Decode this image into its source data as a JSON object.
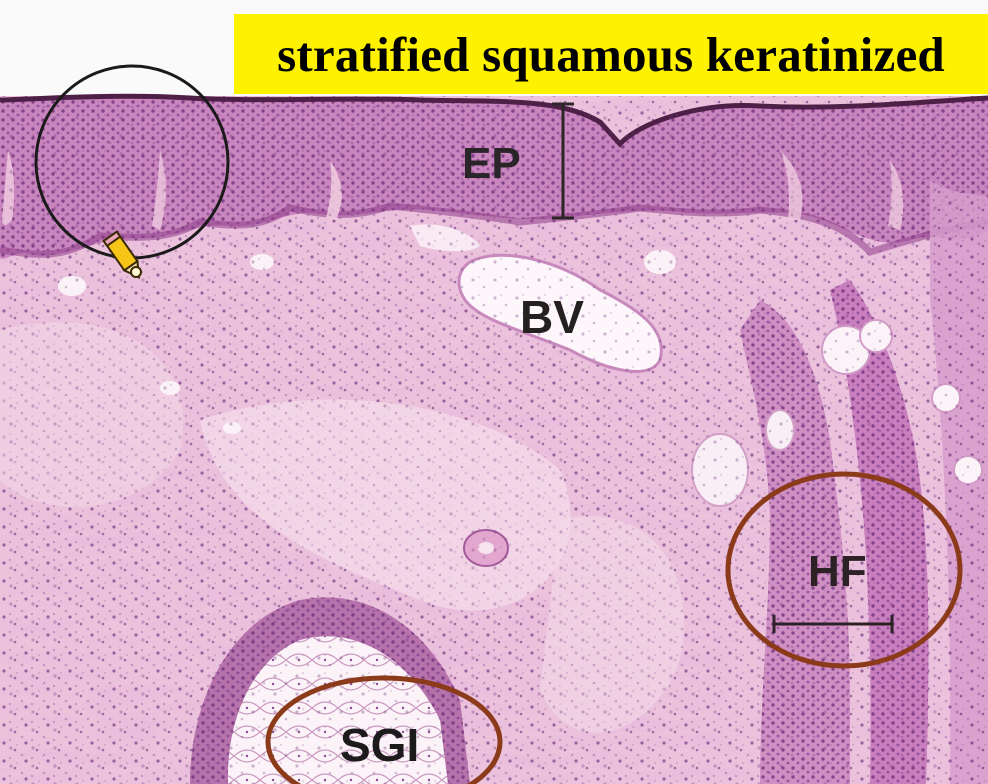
{
  "title": "stratified squamous keratinized",
  "labels": {
    "ep": "EP",
    "bv": "BV",
    "hf": "HF",
    "sgi": "SGI"
  },
  "colors": {
    "banner": "#fff200",
    "annotation_circle_black": "#1a1a1a",
    "annotation_ellipse_brown": "#8b3a1a",
    "tissue_pink": "#e8b9d6",
    "epidermis_purple": "#b06aa6"
  },
  "icons": {
    "pencil": "pencil-cursor-icon"
  }
}
